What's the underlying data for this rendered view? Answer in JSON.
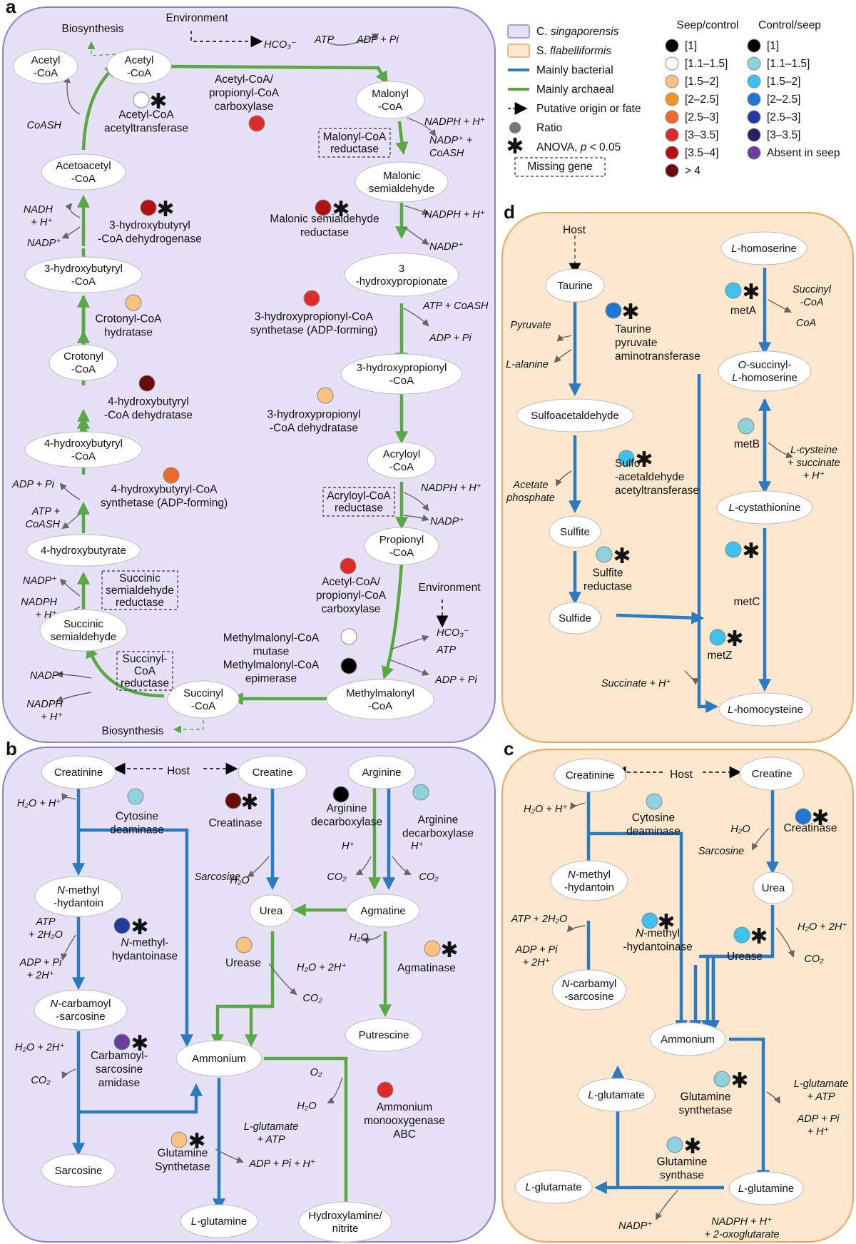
{
  "panels": [
    {
      "id": "a",
      "letter": "a"
    },
    {
      "id": "b",
      "letter": "b"
    },
    {
      "id": "c",
      "letter": "c"
    },
    {
      "id": "d",
      "letter": "d"
    }
  ],
  "colors": {
    "bacterial": "#2b7bc0",
    "archaeal": "#5aa845",
    "panel_purple_bg": "#e6e1f7",
    "panel_purple_border": "#8b82d6",
    "panel_orange_bg": "#fde8cf",
    "panel_orange_border": "#f0a45a"
  },
  "legend": {
    "items": [
      {
        "label": "C. singaporensis",
        "swatch": "purple-box"
      },
      {
        "label": "S. flabelliformis",
        "swatch": "orange-box"
      },
      {
        "label": "Mainly bacterial",
        "swatch": "blue-line"
      },
      {
        "label": "Mainly archaeal",
        "swatch": "green-line"
      },
      {
        "label": "Putative origin or fate",
        "swatch": "dashed-arrow"
      },
      {
        "label": "Ratio",
        "swatch": "gray-dot"
      },
      {
        "label": "ANOVA, p < 0.05",
        "swatch": "asterisk"
      },
      {
        "label": "Missing gene",
        "swatch": "dashed-box"
      }
    ],
    "seep_control": {
      "title": "Seep/control",
      "bins": [
        {
          "label": "[1]",
          "color": "#000000"
        },
        {
          "label": "[1.1–1.5]",
          "color": "#ffffff"
        },
        {
          "label": "[1.5–2]",
          "color": "#f9c27f"
        },
        {
          "label": "[2–2.5]",
          "color": "#f7941d"
        },
        {
          "label": "[2.5–3]",
          "color": "#ef6a2a"
        },
        {
          "label": "[3–3.5]",
          "color": "#e02b2b"
        },
        {
          "label": "[3.5–4]",
          "color": "#b40f15"
        },
        {
          "label": "> 4",
          "color": "#6b0a0a"
        }
      ]
    },
    "control_seep": {
      "title": "Control/seep",
      "bins": [
        {
          "label": "[1]",
          "color": "#000000"
        },
        {
          "label": "[1.1–1.5]",
          "color": "#8dd3de"
        },
        {
          "label": "[1.5–2]",
          "color": "#3ec1ee"
        },
        {
          "label": "[2–2.5]",
          "color": "#1f77d4"
        },
        {
          "label": "[2.5–3]",
          "color": "#233a9c"
        },
        {
          "label": "[3–3.5]",
          "color": "#2a2060"
        },
        {
          "label": "Absent in seep",
          "color": "#6a3ea1"
        }
      ]
    }
  },
  "a": {
    "nodes": [
      {
        "id": "acetylcoa2",
        "label": "Acetyl|-CoA"
      },
      {
        "id": "acetylcoa",
        "label": "Acetyl|-CoA"
      },
      {
        "id": "malonylcoa",
        "label": "Malonyl|-CoA"
      },
      {
        "id": "malsemi",
        "label": "Malonic|semialdehyde"
      },
      {
        "id": "hp3",
        "label": "3|-hydroxypropionate"
      },
      {
        "id": "hpcoa",
        "label": "3-hydroxypropionyl|-CoA"
      },
      {
        "id": "acryloyl",
        "label": "Acryloyl|-CoA"
      },
      {
        "id": "propionyl",
        "label": "Propionyl|-CoA"
      },
      {
        "id": "methylmalonyl",
        "label": "Methylmalonyl|-CoA"
      },
      {
        "id": "succinylcoa",
        "label": "Succinyl|-CoA"
      },
      {
        "id": "succsemi",
        "label": "Succinic|semialdehyde"
      },
      {
        "id": "hb4",
        "label": "4-hydroxybutyrate"
      },
      {
        "id": "hbcoa4",
        "label": "4-hydroxybutyryl|-CoA"
      },
      {
        "id": "crotonyl",
        "label": "Crotonyl|-CoA"
      },
      {
        "id": "hbcoa3",
        "label": "3-hydroxybutyryl|-CoA"
      },
      {
        "id": "acetoacetyl",
        "label": "Acetoacetyl|-CoA"
      }
    ],
    "enzymes": [
      {
        "id": "e_accoa",
        "label": "Acetyl-CoA/|propionyl-CoA|carboxylase"
      },
      {
        "id": "e_acat",
        "label": "Acetyl-CoA|acetyltransferase"
      },
      {
        "id": "e_msr",
        "label": "Malonic semialdehyde|reductase"
      },
      {
        "id": "e_hpcs",
        "label": "3-hydroxypropionyl-CoA|synthetase (ADP-forming)"
      },
      {
        "id": "e_hpcd",
        "label": "3-hydroxypropionyl|-CoA dehydratase"
      },
      {
        "id": "e_pcc",
        "label": "Acetyl-CoA/|propionyl-CoA|carboxylase"
      },
      {
        "id": "e_mcm",
        "label": "Methylmalonyl-CoA|mutase|Methylmalonyl-CoA|epimerase"
      },
      {
        "id": "e_hbd",
        "label": "3-hydroxybutyryl|-CoA dehydrogenase"
      },
      {
        "id": "e_ccah",
        "label": "Crotonyl-CoA|hydratase"
      },
      {
        "id": "e_hbcd",
        "label": "4-hydroxybutyryl|-CoA dehydratase"
      },
      {
        "id": "e_hbcs",
        "label": "4-hydroxybutyryl-CoA|synthetase (ADP-forming)"
      }
    ],
    "missing": [
      {
        "id": "m_mcr",
        "label": "Malonyl-CoA|reductase"
      },
      {
        "id": "m_acr",
        "label": "Acryloyl-CoA|reductase"
      },
      {
        "id": "m_ssr",
        "label": "Succinic|semialdehyde|reductase"
      },
      {
        "id": "m_scr",
        "label": "Succinyl-|CoA|reductase"
      }
    ],
    "cofactors": [
      {
        "id": "c1",
        "label": "ATP"
      },
      {
        "id": "c2",
        "label": "ADP + Pi"
      },
      {
        "id": "c3",
        "label": "NADPH + H⁺"
      },
      {
        "id": "c4",
        "label": "NADP⁺ +|CoASH"
      },
      {
        "id": "c5",
        "label": "NADPH + H⁺"
      },
      {
        "id": "c6",
        "label": "NADP⁺"
      },
      {
        "id": "c7",
        "label": "ATP + CoASH"
      },
      {
        "id": "c8",
        "label": "ADP + Pi"
      },
      {
        "id": "c9",
        "label": "NADPH + H⁺"
      },
      {
        "id": "c10",
        "label": "NADP⁺"
      },
      {
        "id": "c11",
        "label": "HCO₃⁻"
      },
      {
        "id": "c12",
        "label": "ATP"
      },
      {
        "id": "c13",
        "label": "ADP + Pi"
      },
      {
        "id": "c14",
        "label": "NADP⁺"
      },
      {
        "id": "c15",
        "label": "NADPH|+ H⁺"
      },
      {
        "id": "c16",
        "label": "NADPH|+ H⁺"
      },
      {
        "id": "c17",
        "label": "NADP⁺"
      },
      {
        "id": "c18",
        "label": "ADP + Pi"
      },
      {
        "id": "c19",
        "label": "ATP +|CoASH"
      },
      {
        "id": "c20",
        "label": "NADH|+ H⁺"
      },
      {
        "id": "c21",
        "label": "NADP⁺"
      },
      {
        "id": "c22",
        "label": "CoASH"
      },
      {
        "id": "c23",
        "label": "HCO₃⁻"
      }
    ],
    "misc": {
      "env_top": "Environment",
      "env_mid": "Environment",
      "biosynthesis_top": "Biosynthesis",
      "biosynthesis_bottom": "Biosynthesis"
    }
  },
  "b": {
    "nodes": [
      {
        "id": "creatinine",
        "label": "Creatinine"
      },
      {
        "id": "creatine",
        "label": "Creatine"
      },
      {
        "id": "arginine",
        "label": "Arginine"
      },
      {
        "id": "nmh",
        "label": "N-methyl|-hydantoin"
      },
      {
        "id": "urea",
        "label": "Urea"
      },
      {
        "id": "agmatine",
        "label": "Agmatine"
      },
      {
        "id": "ncs",
        "label": "N-carbamoyl|-sarcosine"
      },
      {
        "id": "ammonium",
        "label": "Ammonium"
      },
      {
        "id": "putrescine",
        "label": "Putrescine"
      },
      {
        "id": "sarcosine",
        "label": "Sarcosine"
      },
      {
        "id": "glutamine",
        "label": "L-glutamine"
      },
      {
        "id": "hydroxylamine",
        "label": "Hydroxylamine/|nitrite"
      }
    ],
    "enzymes": [
      {
        "id": "b_cd",
        "label": "Cytosine|deaminase"
      },
      {
        "id": "b_crn",
        "label": "Creatinase"
      },
      {
        "id": "b_adc1",
        "label": "Arginine|decarboxylase"
      },
      {
        "id": "b_adc2",
        "label": "Arginine|decarboxylase"
      },
      {
        "id": "b_nmh",
        "label": "N-methyl-|hydantoinase"
      },
      {
        "id": "b_ure",
        "label": "Urease"
      },
      {
        "id": "b_agm",
        "label": "Agmatinase"
      },
      {
        "id": "b_csa",
        "label": "Carbamoyl-|sarcosine|amidase"
      },
      {
        "id": "b_amo",
        "label": "Ammonium|monooxygenase|ABC"
      },
      {
        "id": "b_gs",
        "label": "Glutamine|Synthetase"
      }
    ],
    "cofactors": [
      {
        "id": "bc1",
        "label": "H₂O + H⁺"
      },
      {
        "id": "bc2",
        "label": "H₂O"
      },
      {
        "id": "bc3",
        "label": "Sarcosine"
      },
      {
        "id": "bc4",
        "label": "H⁺"
      },
      {
        "id": "bc5",
        "label": "H⁺"
      },
      {
        "id": "bc6",
        "label": "CO₂"
      },
      {
        "id": "bc7",
        "label": "CO₂"
      },
      {
        "id": "bc8",
        "label": "ATP|+ 2H₂O"
      },
      {
        "id": "bc9",
        "label": "ADP + Pi|+ 2H⁺"
      },
      {
        "id": "bc10",
        "label": "H₂O"
      },
      {
        "id": "bc11",
        "label": "H₂O + 2H⁺"
      },
      {
        "id": "bc12",
        "label": "CO₂"
      },
      {
        "id": "bc13",
        "label": "H₂O + 2H⁺"
      },
      {
        "id": "bc14",
        "label": "CO₂"
      },
      {
        "id": "bc15",
        "label": "O₂"
      },
      {
        "id": "bc16",
        "label": "H₂O"
      },
      {
        "id": "bc17",
        "label": "L-glutamate|+ ATP"
      },
      {
        "id": "bc18",
        "label": "ADP + Pi + H⁺"
      }
    ],
    "misc": {
      "host": "Host"
    }
  },
  "c": {
    "nodes": [
      {
        "id": "creatinine",
        "label": "Creatinine"
      },
      {
        "id": "creatine",
        "label": "Creatine"
      },
      {
        "id": "nmh",
        "label": "N-methyl|-hydantoin"
      },
      {
        "id": "urea",
        "label": "Urea"
      },
      {
        "id": "ncs",
        "label": "N-carbamyl|-sarcosine"
      },
      {
        "id": "ammonium",
        "label": "Ammonium"
      },
      {
        "id": "glu1",
        "label": "L-glutamate"
      },
      {
        "id": "glu2",
        "label": "L-glutamate"
      },
      {
        "id": "gln",
        "label": "L-glutamine"
      }
    ],
    "enzymes": [
      {
        "id": "c_cd",
        "label": "Cytosine|deaminase"
      },
      {
        "id": "c_crn",
        "label": "Creatinase"
      },
      {
        "id": "c_nmh",
        "label": "N-methyl|-hydantoinase"
      },
      {
        "id": "c_ure",
        "label": "Urease"
      },
      {
        "id": "c_gs",
        "label": "Glutamine|synthetase"
      },
      {
        "id": "c_gsyn",
        "label": "Glutamine|synthase"
      }
    ],
    "cofactors": [
      {
        "id": "cc1",
        "label": "H₂O + H⁺"
      },
      {
        "id": "cc2",
        "label": "H₂O"
      },
      {
        "id": "cc3",
        "label": "Sarcosine"
      },
      {
        "id": "cc4",
        "label": "ATP + 2H₂O"
      },
      {
        "id": "cc5",
        "label": "ADP + Pi|+ 2H⁺"
      },
      {
        "id": "cc6",
        "label": "H₂O + 2H⁺"
      },
      {
        "id": "cc7",
        "label": "CO₂"
      },
      {
        "id": "cc8",
        "label": "L-glutamate|+ ATP"
      },
      {
        "id": "cc9",
        "label": "ADP + Pi|+ H⁺"
      },
      {
        "id": "cc10",
        "label": "NADP⁺"
      },
      {
        "id": "cc11",
        "label": "NADPH + H⁺|+ 2-oxoglutarate"
      }
    ],
    "misc": {
      "host": "Host"
    }
  },
  "d": {
    "nodes": [
      {
        "id": "taurine",
        "label": "Taurine"
      },
      {
        "id": "homoserine",
        "label": "L-homoserine"
      },
      {
        "id": "osh",
        "label": "O-succinyl-|L-homoserine"
      },
      {
        "id": "sulfoacet",
        "label": "Sulfoacetaldehyde"
      },
      {
        "id": "cysta",
        "label": "L-cystathionine"
      },
      {
        "id": "sulfite",
        "label": "Sulfite"
      },
      {
        "id": "sulfide",
        "label": "Sulfide"
      },
      {
        "id": "homocys",
        "label": "L-homocysteine"
      }
    ],
    "enzymes": [
      {
        "id": "d_tpa",
        "label": "Taurine|pyruvate|aminotransferase"
      },
      {
        "id": "d_meta",
        "label": "metA"
      },
      {
        "id": "d_metb",
        "label": "metB"
      },
      {
        "id": "d_saat",
        "label": "Sulfo|-acetaldehyde|acetyltransferase"
      },
      {
        "id": "d_sr",
        "label": "Sulfite|reductase"
      },
      {
        "id": "d_metc",
        "label": "metC"
      },
      {
        "id": "d_metz",
        "label": "metZ"
      }
    ],
    "cofactors": [
      {
        "id": "dc1",
        "label": "Pyruvate"
      },
      {
        "id": "dc2",
        "label": "L-alanine"
      },
      {
        "id": "dc3",
        "label": "Succinyl|-CoA"
      },
      {
        "id": "dc4",
        "label": "CoA"
      },
      {
        "id": "dc5",
        "label": "L-cysteine|+ succinate|+ H⁺"
      },
      {
        "id": "dc6",
        "label": "Acetate|phosphate"
      },
      {
        "id": "dc7",
        "label": "Succinate + H⁺"
      }
    ],
    "misc": {
      "host": "Host"
    }
  }
}
